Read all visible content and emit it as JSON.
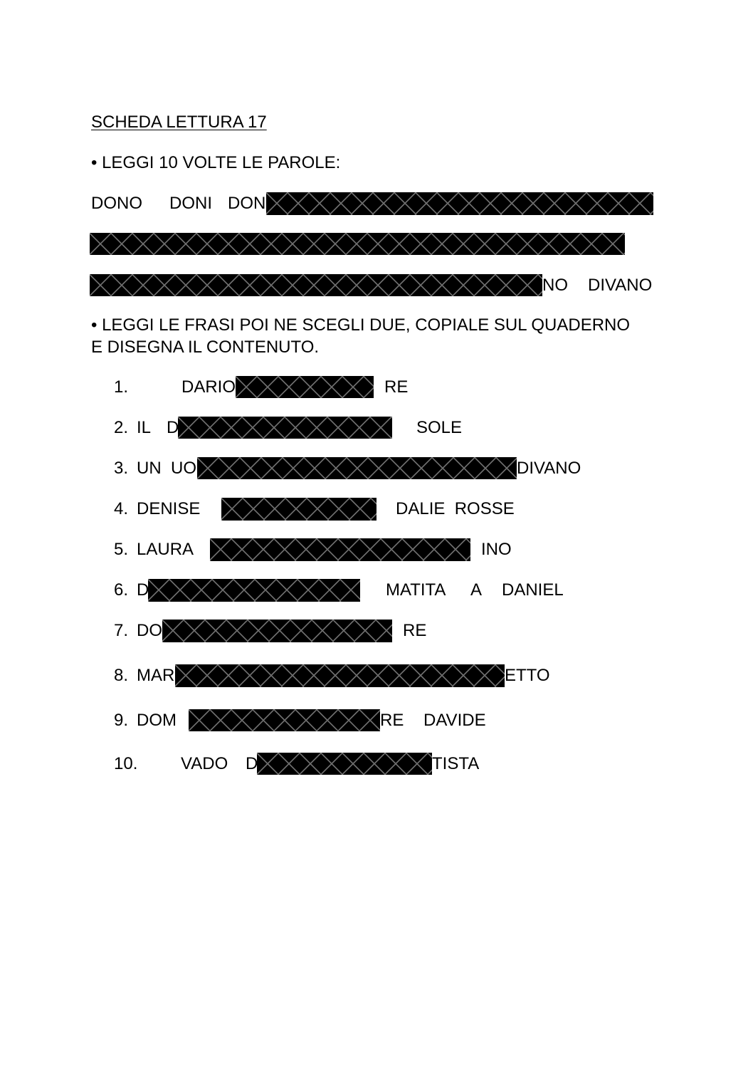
{
  "title": "SCHEDA LETTURA 17",
  "instruction1": "• LEGGI 10 VOLTE LE PAROLE:",
  "words": {
    "row1": [
      "DONO",
      "DONI",
      "DON"
    ],
    "row3": [
      "NO",
      "DIVANO"
    ]
  },
  "instruction2": {
    "line1": "• LEGGI LE FRASI POI NE SCEGLI DUE, COPIALE SUL QUADERNO",
    "line2": "E DISEGNA IL CONTENUTO."
  },
  "items": [
    {
      "num": "1.",
      "before": [
        "DARIO"
      ],
      "after": [
        "RE"
      ]
    },
    {
      "num": "2.",
      "before": [
        "IL",
        "D"
      ],
      "after": [
        "SOLE"
      ]
    },
    {
      "num": "3.",
      "before": [
        "UN  UO"
      ],
      "after": [
        "DIVANO"
      ]
    },
    {
      "num": "4.",
      "before": [
        "DENISE"
      ],
      "after": [
        "DALIE  ROSSE"
      ]
    },
    {
      "num": "5.",
      "before": [
        "LAURA"
      ],
      "after": [
        "INO"
      ]
    },
    {
      "num": "6.",
      "before": [
        "D"
      ],
      "after": [
        "MATITA",
        "A",
        "DANIEL"
      ]
    },
    {
      "num": "7.",
      "before": [
        "DO"
      ],
      "after": [
        "RE"
      ]
    },
    {
      "num": "8.",
      "before": [
        "MAR"
      ],
      "after": [
        "ETTO"
      ]
    },
    {
      "num": "9.",
      "before": [
        "DOM"
      ],
      "after": [
        "RE",
        "DAVIDE"
      ]
    },
    {
      "num": "10.",
      "before": [
        "VADO",
        "D"
      ],
      "after": [
        "TISTA"
      ]
    }
  ]
}
